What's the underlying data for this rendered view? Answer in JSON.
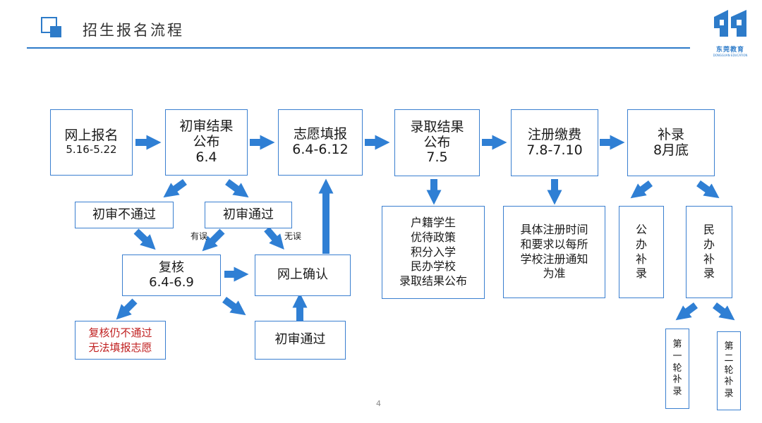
{
  "header": {
    "title": "招生报名流程",
    "logo_text": "东莞教育",
    "logo_sub": "DONGGUAN EDUCATION"
  },
  "colors": {
    "accent": "#2d7bc9",
    "arrow": "#2f7fd4",
    "box_border": "#3a7fd0",
    "warning": "#c02020"
  },
  "steps": [
    {
      "title": "网上报名",
      "date": "5.16-5.22"
    },
    {
      "title": "初审结果",
      "title2": "公布",
      "date": "6.4"
    },
    {
      "title": "志愿填报",
      "date": "6.4-6.12"
    },
    {
      "title": "录取结果",
      "title2": "公布",
      "date": "7.5"
    },
    {
      "title": "注册缴费",
      "date": "7.8-7.10"
    },
    {
      "title": "补录",
      "date": "8月底"
    }
  ],
  "review": {
    "fail": "初审不通过",
    "pass": "初审通过",
    "pass2": "初审通过",
    "has_error": "有误",
    "no_error": "无误",
    "recheck_title": "复核",
    "recheck_date": "6.4-6.9",
    "online_confirm": "网上确认",
    "recheck_fail_1": "复核仍不通过",
    "recheck_fail_2": "无法填报志愿"
  },
  "admission_order": [
    "户籍学生",
    "优待政策",
    "积分入学",
    "民办学校",
    "录取结果公布"
  ],
  "registration_note": [
    "具体注册时间",
    "和要求以每所",
    "学校注册通知",
    "为准"
  ],
  "supplement": {
    "public": "公办补录",
    "private": "民办补录",
    "round1": "第一轮补录",
    "round2": "第二轮补录"
  },
  "page_number": "4"
}
